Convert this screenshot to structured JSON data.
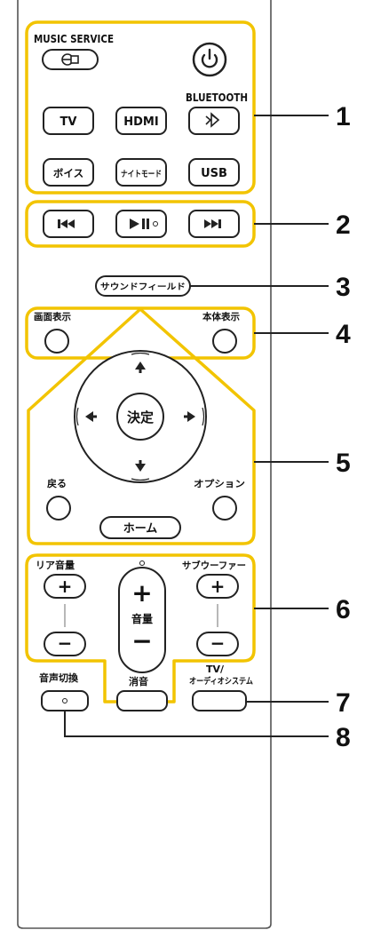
{
  "top": {
    "music_service": "MUSIC SERVICE",
    "bluetooth": "BLUETOOTH",
    "tv": "TV",
    "hdmi": "HDMI",
    "voice": "ボイス",
    "night_mode": "ナイトモード",
    "usb": "USB"
  },
  "transport": {
    "prev_icon": "skip-back-icon",
    "play_pause_icon": "play-pause-icon",
    "next_icon": "skip-forward-icon"
  },
  "sound_field": "サウンドフィールド",
  "display": {
    "screen_display": "画面表示",
    "unit_display": "本体表示"
  },
  "nav": {
    "enter": "決定",
    "back": "戻る",
    "options": "オプション",
    "home": "ホーム"
  },
  "volume": {
    "rear_volume": "リア音量",
    "subwoofer": "サブウーファー",
    "volume": "音量",
    "plus": "+",
    "minus": "−"
  },
  "bottom": {
    "mute": "消音",
    "tv_audio_line1": "TV/",
    "tv_audio_line2": "オーディオシステム",
    "audio_switch": "音声切換"
  },
  "callouts": [
    "1",
    "2",
    "3",
    "4",
    "5",
    "6",
    "7",
    "8"
  ],
  "colors": {
    "highlight_outline": "#f2c400",
    "line": "#222222",
    "body_outline": "#555555"
  }
}
